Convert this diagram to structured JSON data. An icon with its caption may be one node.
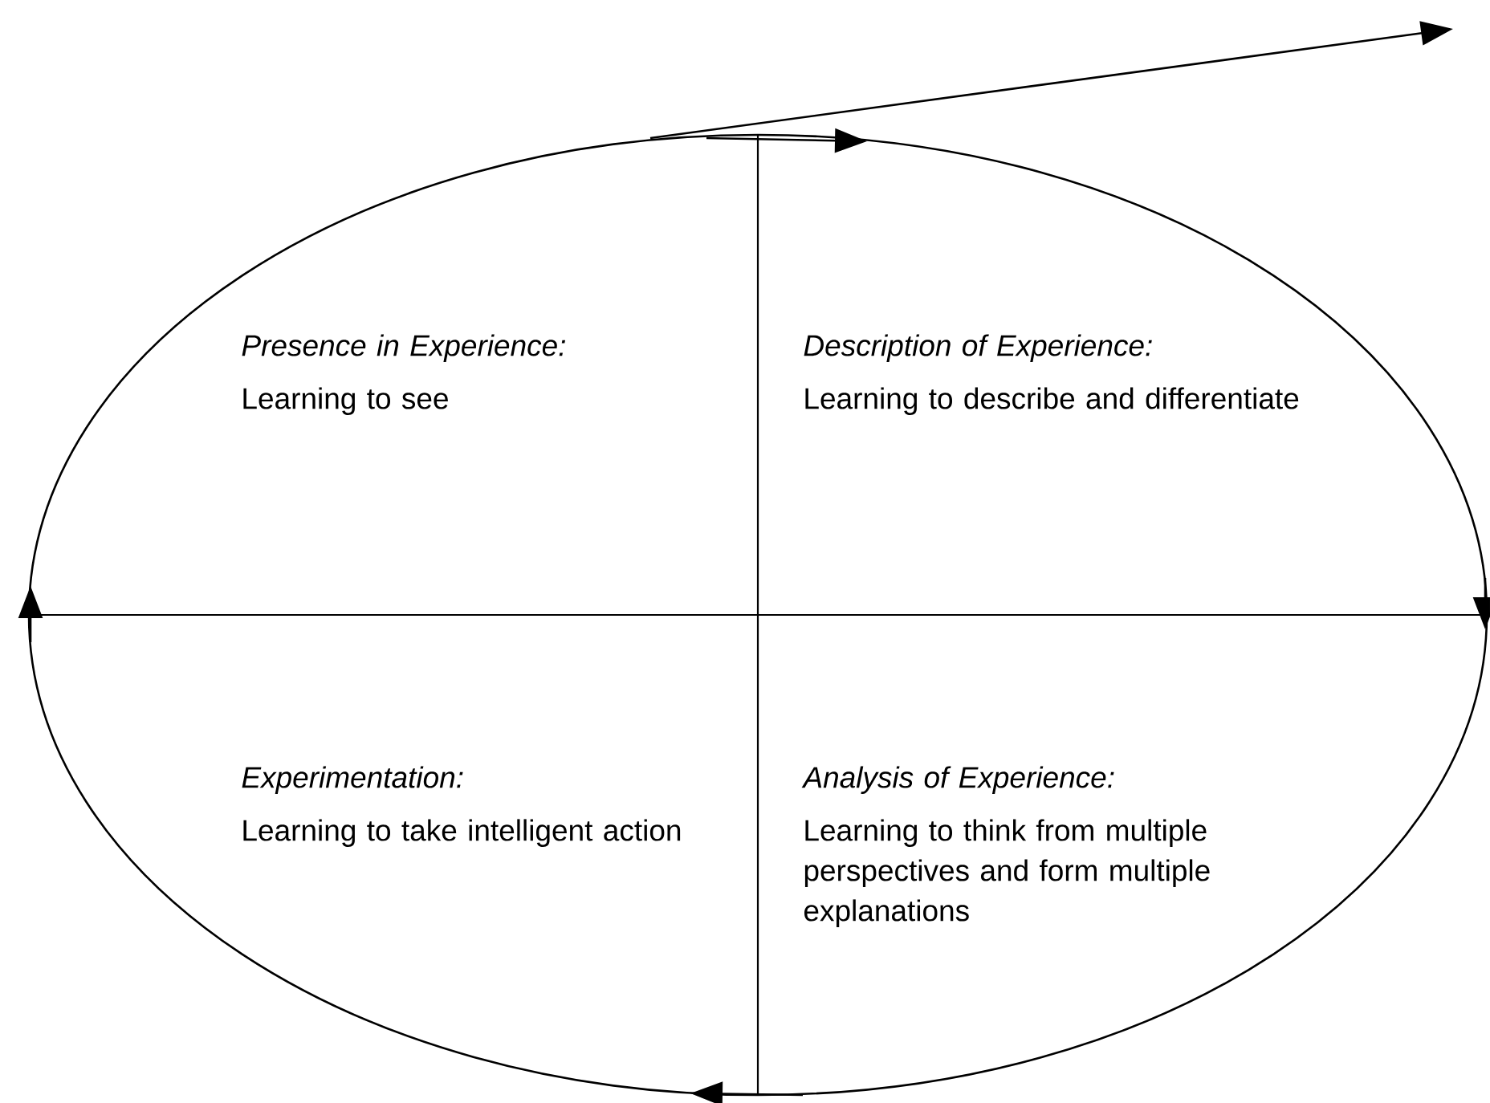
{
  "diagram": {
    "nodes": [
      {
        "text": [
          "Presence in Experience:",
          "Learning to see"
        ]
      },
      {
        "text": [
          "Description of Experience:",
          "Learning to describe and differentiate"
        ]
      },
      {
        "text": [
          "Analysis of Experience:",
          "Learning to think from multiple perspectives and form multiple explanations"
        ]
      },
      {
        "text": [
          "Experimentation:",
          "Learning to take intelligent action"
        ]
      }
    ]
  }
}
